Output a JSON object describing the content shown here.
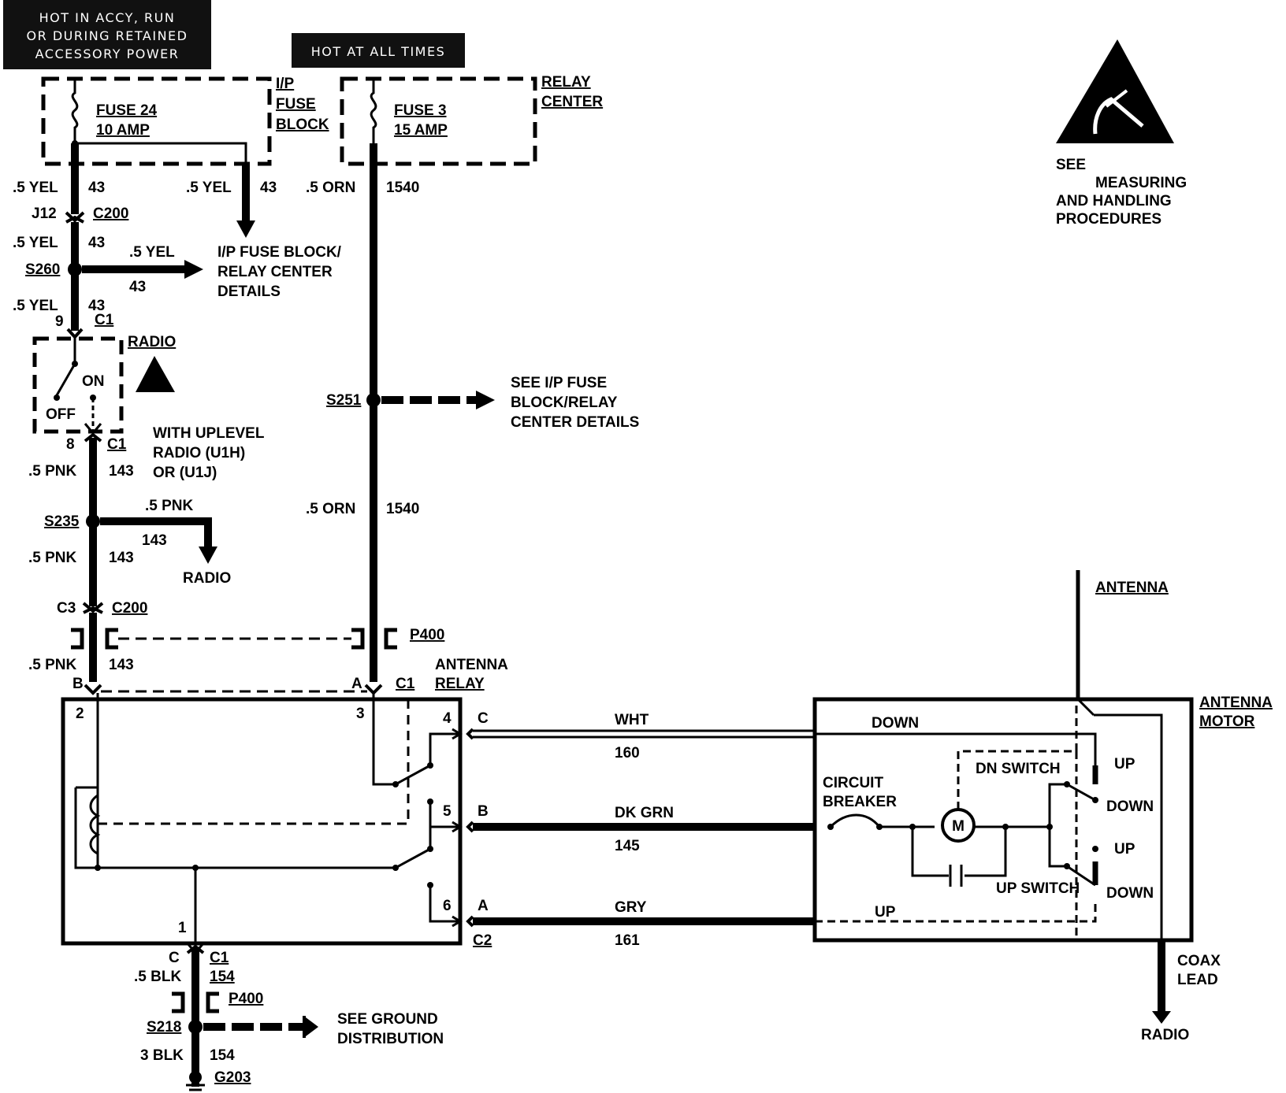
{
  "headers": {
    "hot_accy": [
      "HOT IN ACCY, RUN",
      "OR DURING RETAINED",
      "ACCESSORY POWER"
    ],
    "hot_all_times": "HOT AT ALL TIMES"
  },
  "esd_note": [
    "SEE",
    "MEASURING",
    "AND HANDLING",
    "PROCEDURES"
  ],
  "fuse_24": {
    "name": "FUSE 24",
    "rating": "10 AMP"
  },
  "fuse_3": {
    "name": "FUSE 3",
    "rating": "15 AMP"
  },
  "ip_fuse_block": [
    "I/P",
    "FUSE",
    "BLOCK"
  ],
  "relay_center": [
    "RELAY",
    "CENTER"
  ],
  "wires": {
    "yel_gauge": ".5 YEL",
    "yel_circuit": "43",
    "orn_gauge": ".5 ORN",
    "orn_circuit": "1540",
    "pnk_gauge": ".5 PNK",
    "pnk_circuit": "143",
    "wht_color": "WHT",
    "wht_circuit": "160",
    "dkgrn_color": "DK GRN",
    "dkgrn_circuit": "145",
    "gry_color": "GRY",
    "gry_circuit": "161",
    "blk_gauge_1": ".5 BLK",
    "blk_gauge_2": "3 BLK",
    "blk_circuit": "154"
  },
  "connectors": {
    "j12": "J12",
    "c200": "C200",
    "c1": "C1",
    "c2": "C2",
    "c3": "C3",
    "p400": "P400",
    "pin_9": "9",
    "pin_8": "8",
    "pin_b": "B",
    "pin_a": "A",
    "pin_c": "C",
    "pin_1": "1",
    "pin_2": "2",
    "pin_3": "3",
    "pin_4": "4",
    "pin_5": "5",
    "pin_6": "6"
  },
  "splices": {
    "s260": "S260",
    "s251": "S251",
    "s235": "S235",
    "s218": "S218",
    "g203": "G203"
  },
  "radio": {
    "label": "RADIO",
    "on": "ON",
    "off": "OFF",
    "uplevel_note": [
      "WITH UPLEVEL",
      "RADIO (U1H)",
      "OR (U1J)"
    ],
    "dest": "RADIO"
  },
  "details_refs": {
    "ip_details": [
      "I/P FUSE BLOCK/",
      "RELAY CENTER",
      "DETAILS"
    ],
    "see_ip_details": [
      "SEE I/P FUSE",
      "BLOCK/RELAY",
      "CENTER DETAILS"
    ],
    "ground": [
      "SEE GROUND",
      "DISTRIBUTION"
    ]
  },
  "antenna_relay": [
    "ANTENNA",
    "RELAY"
  ],
  "antenna_motor": {
    "title": [
      "ANTENNA",
      "MOTOR"
    ],
    "antenna": "ANTENNA",
    "down_wire": "DOWN",
    "up_wire": "UP",
    "circuit_breaker": [
      "CIRCUIT",
      "BREAKER"
    ],
    "motor": "M",
    "dn_switch": "DN SWITCH",
    "up_switch": "UP SWITCH",
    "up": "UP",
    "down": "DOWN"
  },
  "coax": {
    "label": [
      "COAX",
      "LEAD"
    ],
    "dest": "RADIO"
  }
}
